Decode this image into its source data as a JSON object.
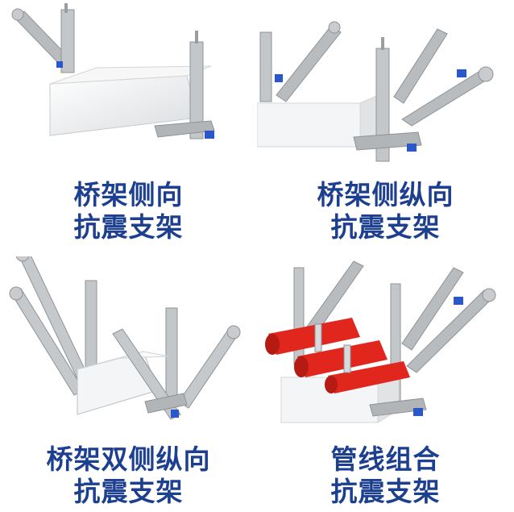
{
  "panels": [
    {
      "line1": "桥架侧向",
      "line2": "抗震支架"
    },
    {
      "line1": "桥架侧纵向",
      "line2": "抗震支架"
    },
    {
      "line1": "桥架双侧纵向",
      "line2": "抗震支架"
    },
    {
      "line1": "管线组合",
      "line2": "抗震支架"
    }
  ],
  "colors": {
    "caption": "#1d3f8f",
    "steel": "#b9bcbf",
    "tray": "#f2f3f4",
    "bolt_blue": "#2a57c9",
    "pipe_red": "#e0261d"
  }
}
